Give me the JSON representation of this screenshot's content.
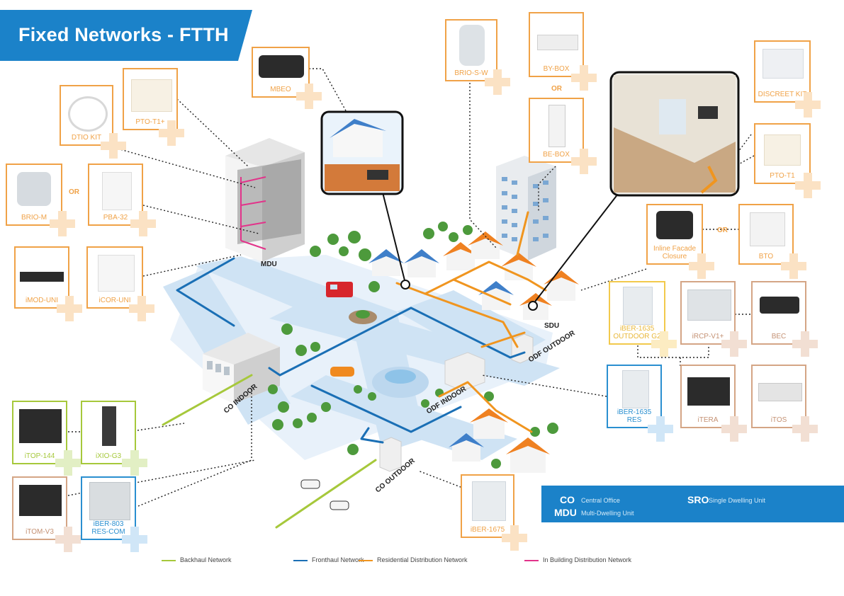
{
  "title": "Fixed Networks - FTTH",
  "colors": {
    "title_bg": "#1b82c9",
    "backhaul": "#a6c83b",
    "fronthaul": "#1a6fb5",
    "residential": "#f0951f",
    "in_building": "#e2338a",
    "road": "#cfe3f4"
  },
  "products": {
    "mbeo": "MBEO",
    "pto_t1_plus": "PTO-T1+",
    "dtio_kit": "DTIO KIT",
    "brio_m": "BRIO-M",
    "pba_32": "PBA-32",
    "imod_uni": "iMOD-UNI",
    "icor_uni": "iCOR-UNI",
    "brio_s_w": "BRIO-S-W",
    "by_box": "BY-BOX",
    "be_box": "BE-BOX",
    "discreet_kit": "DISCREET KIT",
    "pto_t1": "PTO-T1",
    "inline_facade": "Inline Facade Closure",
    "bto": "BTO",
    "iber_1635_outdoor": "iBER-1635 OUTDOOR G2",
    "ircp_v1": "iRCP-V1+",
    "bec": "BEC",
    "iber_1635_res": "iBER-1635 RES",
    "itera": "iTERA",
    "itos": "iTOS",
    "itop_144": "iTOP-144",
    "ixio_g3": "iXIO-G3",
    "itom_v3": "iTOM-V3",
    "iber_803": "iBER-803 RES-COM",
    "iber_1675": "iBER-1675"
  },
  "or_label": "OR",
  "map_labels": {
    "mdu": "MDU",
    "sdu": "SDU",
    "odf_outdoor": "ODF OUTDOOR",
    "odf_indoor": "ODF INDOOR",
    "co_indoor": "CO INDOOR",
    "co_outdoor": "CO OUTDOOR"
  },
  "abbreviations": [
    {
      "abbr": "CO",
      "full": "Central Office"
    },
    {
      "abbr": "MDU",
      "full": "Multi-Dwelling Unit"
    },
    {
      "abbr": "SRO",
      "full": "Single Dwelling Unit"
    }
  ],
  "network_legend": [
    {
      "label": "Backhaul Network",
      "color": "#a6c83b"
    },
    {
      "label": "Fronthaul Network",
      "color": "#1a6fb5"
    },
    {
      "label": "Residential Distribution Network",
      "color": "#f0951f"
    },
    {
      "label": "In Building Distribution Network",
      "color": "#e2338a"
    }
  ]
}
